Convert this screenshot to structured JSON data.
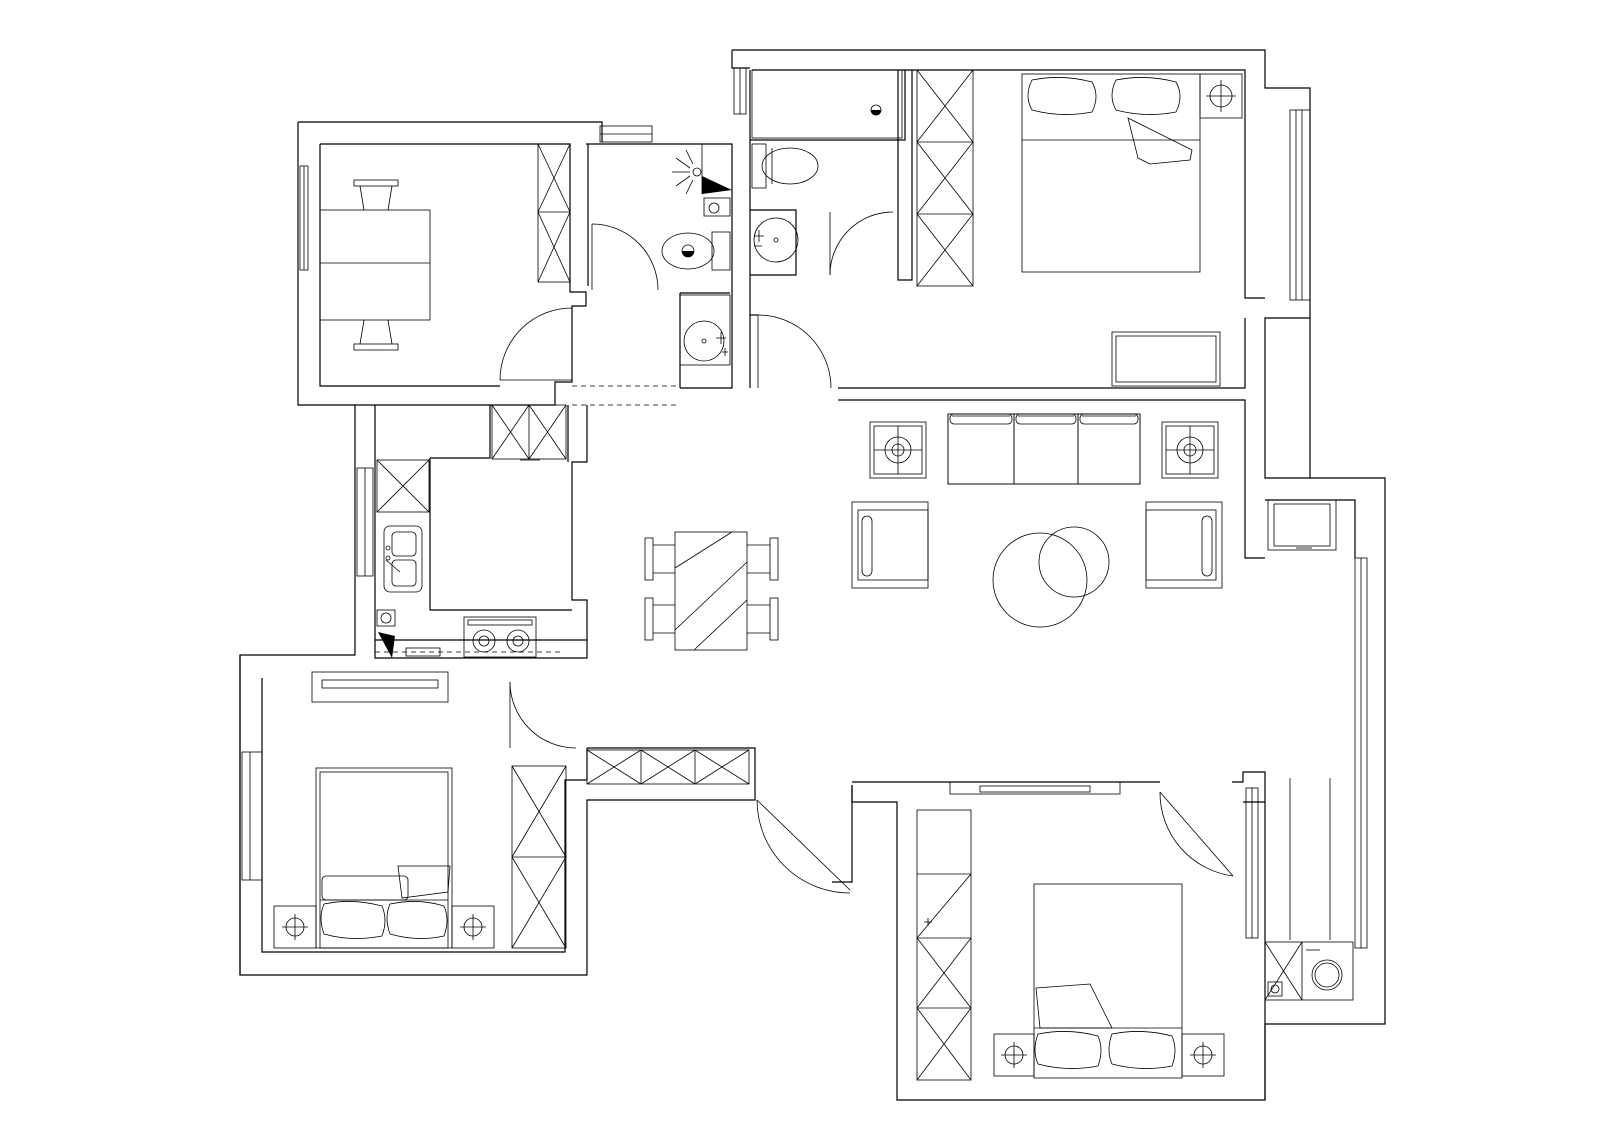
{
  "drawing": {
    "kind": "apartment floor plan",
    "rooms": [
      "study",
      "bathroom-1",
      "bathroom-2",
      "master-bedroom",
      "kitchen",
      "dining",
      "living-room",
      "bedroom-2",
      "bedroom-3",
      "balcony"
    ],
    "icons": [
      "bed-icon",
      "wardrobe-icon",
      "toilet-icon",
      "sink-icon",
      "shower-icon",
      "sofa-icon",
      "armchair-icon",
      "table-icon",
      "chair-icon",
      "stove-icon",
      "lamp-icon",
      "washing-machine-icon",
      "door-swing-icon",
      "window-icon"
    ],
    "colors": {
      "line": "#000000",
      "background": "#ffffff"
    }
  }
}
